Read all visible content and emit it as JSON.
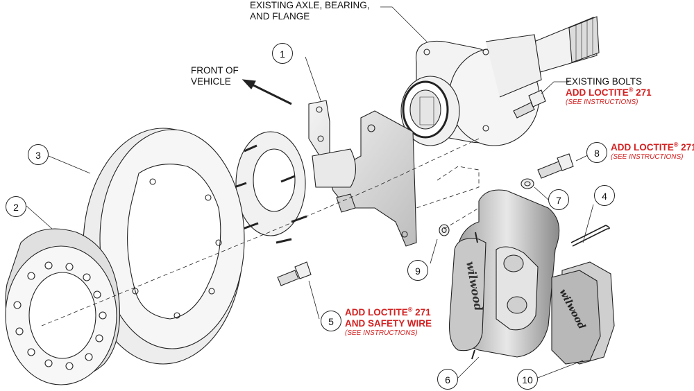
{
  "labels": {
    "axle": [
      "EXISTING AXLE, BEARING,",
      "AND FLANGE"
    ],
    "front": [
      "FRONT OF",
      "VEHICLE"
    ],
    "bolts": "EXISTING BOLTS",
    "loctite": "ADD LOCTITE",
    "loctite_num": "271",
    "reg": "®",
    "safety": "AND SAFETY WIRE",
    "see": "(SEE INSTRUCTIONS)",
    "caliper_brand": "wilwood",
    "pad_brand": "wilwood"
  },
  "callouts": [
    "1",
    "2",
    "3",
    "4",
    "5",
    "6",
    "7",
    "8",
    "9",
    "10"
  ],
  "colors": {
    "accent": "#d42020",
    "line": "#222222",
    "fill": "#e6e6e6"
  }
}
